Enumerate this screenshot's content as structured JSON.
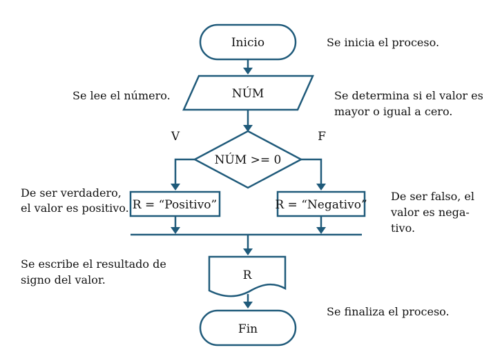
{
  "colors": {
    "stroke": "#1f5a7a",
    "text": "#111111",
    "background": "#ffffff"
  },
  "nodes": {
    "start": "Inicio",
    "input": "NÚM",
    "decision": "NÚM >= 0",
    "true_process": "R = “Positivo”",
    "false_process": "R = “Negativo”",
    "output": "R",
    "end": "Fin"
  },
  "branches": {
    "true_label": "V",
    "false_label": "F"
  },
  "annotations": {
    "start": [
      "Se inicia el proceso."
    ],
    "input": [
      "Se lee el número."
    ],
    "decision": [
      "Se determina si el valor es",
      "mayor o igual a cero."
    ],
    "true_branch": [
      "De ser verdadero,",
      "el valor es positivo."
    ],
    "false_branch": [
      "De ser falso, el",
      "valor es nega-",
      "tivo."
    ],
    "output": [
      "Se escribe el resultado de",
      "signo del valor."
    ],
    "end": [
      "Se finaliza el proceso."
    ]
  }
}
